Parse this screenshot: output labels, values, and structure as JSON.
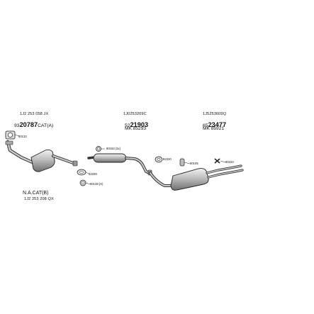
{
  "groups": [
    {
      "code": "1J2 253 058 JX",
      "prefix": "93",
      "number": "20787",
      "suffix": "CAT(A)"
    },
    {
      "code": "1J0253209C",
      "prefix": "52",
      "number": "21903",
      "mk": "MK 85293"
    },
    {
      "code": "1J5253609Q",
      "prefix": "65",
      "number": "23477",
      "mk": "MK 85921"
    }
  ],
  "labels": {
    "p80133": "80133",
    "p80153_2x": "80153 (2x)",
    "p82329": "82329",
    "p80138_x": "80138 (X)",
    "p82320": "82320",
    "p80105": "80105",
    "p80153": "80153",
    "na_cat": "N.A.CAT(B)",
    "na_code": "1J2 253 208 QX"
  }
}
